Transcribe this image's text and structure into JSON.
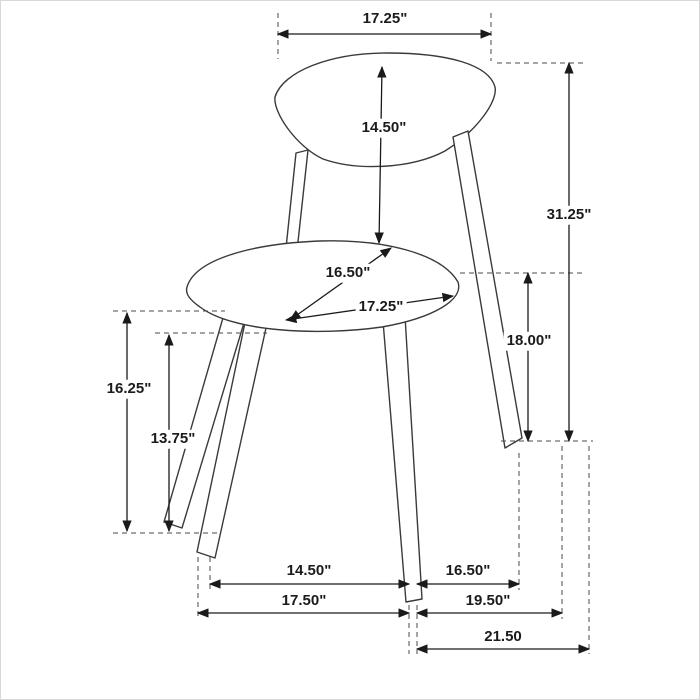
{
  "diagram": {
    "subject": "chair-dimension-diagram",
    "unit": "inches",
    "labels": {
      "back_width": "17.25\"",
      "backrest_height": "14.50\"",
      "overall_height": "31.25\"",
      "seat_depth": "16.50\"",
      "seat_width": "17.25\"",
      "seat_height": "18.00\"",
      "seat_to_floor_left": "16.25\"",
      "leg_height_inner": "13.75\"",
      "front_leg_span": "14.50\"",
      "side_leg_span": "16.50\"",
      "base_width": "17.50\"",
      "base_depth": "19.50\"",
      "overall_depth": "21.50"
    }
  }
}
